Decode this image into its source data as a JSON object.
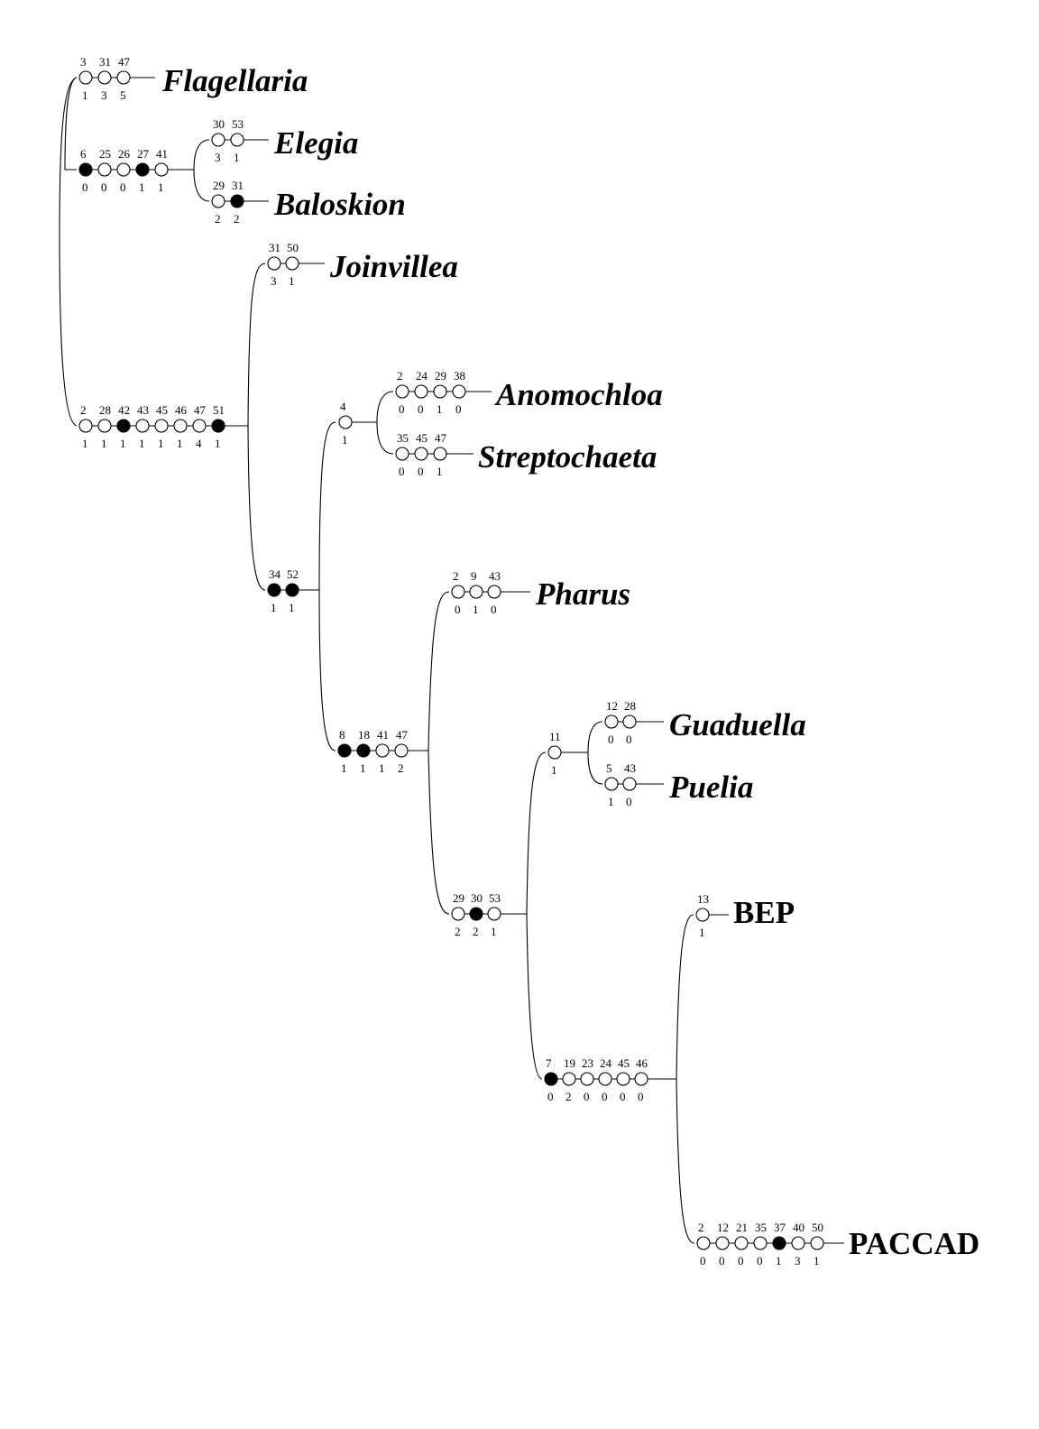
{
  "taxa": {
    "flagellaria": "Flagellaria",
    "elegia": "Elegia",
    "baloskion": "Baloskion",
    "joinvillea": "Joinvillea",
    "anomochloa": "Anomochloa",
    "streptochaeta": "Streptochaeta",
    "pharus": "Pharus",
    "guaduella": "Guaduella",
    "puelia": "Puelia",
    "bep": "BEP",
    "paccad": "PACCAD"
  },
  "character_changes": [
    {
      "name": "flagellaria",
      "characters": [
        "3",
        "31",
        "47"
      ],
      "states": [
        "1",
        "3",
        "5"
      ],
      "filled": [
        false,
        false,
        false
      ]
    },
    {
      "name": "restionaceae-clade",
      "characters": [
        "6",
        "25",
        "26",
        "27",
        "41"
      ],
      "states": [
        "0",
        "0",
        "0",
        "1",
        "1"
      ],
      "filled": [
        true,
        false,
        false,
        true,
        false
      ]
    },
    {
      "name": "elegia",
      "characters": [
        "30",
        "53"
      ],
      "states": [
        "3",
        "1"
      ],
      "filled": [
        false,
        false
      ]
    },
    {
      "name": "baloskion",
      "characters": [
        "29",
        "31"
      ],
      "states": [
        "2",
        "2"
      ],
      "filled": [
        false,
        true
      ]
    },
    {
      "name": "joinvillea-grass-clade",
      "characters": [
        "2",
        "28",
        "42",
        "43",
        "45",
        "46",
        "47",
        "51"
      ],
      "states": [
        "1",
        "1",
        "1",
        "1",
        "1",
        "1",
        "4",
        "1"
      ],
      "filled": [
        false,
        false,
        true,
        false,
        false,
        false,
        false,
        true
      ]
    },
    {
      "name": "joinvillea",
      "characters": [
        "31",
        "50"
      ],
      "states": [
        "3",
        "1"
      ],
      "filled": [
        false,
        false
      ]
    },
    {
      "name": "grasses",
      "characters": [
        "34",
        "52"
      ],
      "states": [
        "1",
        "1"
      ],
      "filled": [
        true,
        true
      ]
    },
    {
      "name": "anomochlooideae",
      "characters": [
        "4"
      ],
      "states": [
        "1"
      ],
      "filled": [
        false
      ]
    },
    {
      "name": "anomochloa",
      "characters": [
        "2",
        "24",
        "29",
        "38"
      ],
      "states": [
        "0",
        "0",
        "1",
        "0"
      ],
      "filled": [
        false,
        false,
        false,
        false
      ]
    },
    {
      "name": "streptochaeta",
      "characters": [
        "35",
        "45",
        "47"
      ],
      "states": [
        "0",
        "0",
        "1"
      ],
      "filled": [
        false,
        false,
        false
      ]
    },
    {
      "name": "spikelet-clade",
      "characters": [
        "8",
        "18",
        "41",
        "47"
      ],
      "states": [
        "1",
        "1",
        "1",
        "2"
      ],
      "filled": [
        true,
        true,
        false,
        false
      ]
    },
    {
      "name": "pharus",
      "characters": [
        "2",
        "9",
        "43"
      ],
      "states": [
        "0",
        "1",
        "0"
      ],
      "filled": [
        false,
        false,
        false
      ]
    },
    {
      "name": "puelioideae-plus",
      "characters": [
        "29",
        "30",
        "53"
      ],
      "states": [
        "2",
        "2",
        "1"
      ],
      "filled": [
        false,
        true,
        false
      ]
    },
    {
      "name": "puelioideae",
      "characters": [
        "11"
      ],
      "states": [
        "1"
      ],
      "filled": [
        false
      ]
    },
    {
      "name": "guaduella",
      "characters": [
        "12",
        "28"
      ],
      "states": [
        "0",
        "0"
      ],
      "filled": [
        false,
        false
      ]
    },
    {
      "name": "puelia",
      "characters": [
        "5",
        "43"
      ],
      "states": [
        "1",
        "0"
      ],
      "filled": [
        false,
        false
      ]
    },
    {
      "name": "bep-paccad",
      "characters": [
        "7",
        "19",
        "23",
        "24",
        "45",
        "46"
      ],
      "states": [
        "0",
        "2",
        "0",
        "0",
        "0",
        "0"
      ],
      "filled": [
        true,
        false,
        false,
        false,
        false,
        false
      ]
    },
    {
      "name": "bep",
      "characters": [
        "13"
      ],
      "states": [
        "1"
      ],
      "filled": [
        false
      ]
    },
    {
      "name": "paccad",
      "characters": [
        "2",
        "12",
        "21",
        "35",
        "37",
        "40",
        "50"
      ],
      "states": [
        "0",
        "0",
        "0",
        "0",
        "1",
        "3",
        "1"
      ],
      "filled": [
        false,
        false,
        false,
        false,
        true,
        false,
        false
      ]
    }
  ]
}
